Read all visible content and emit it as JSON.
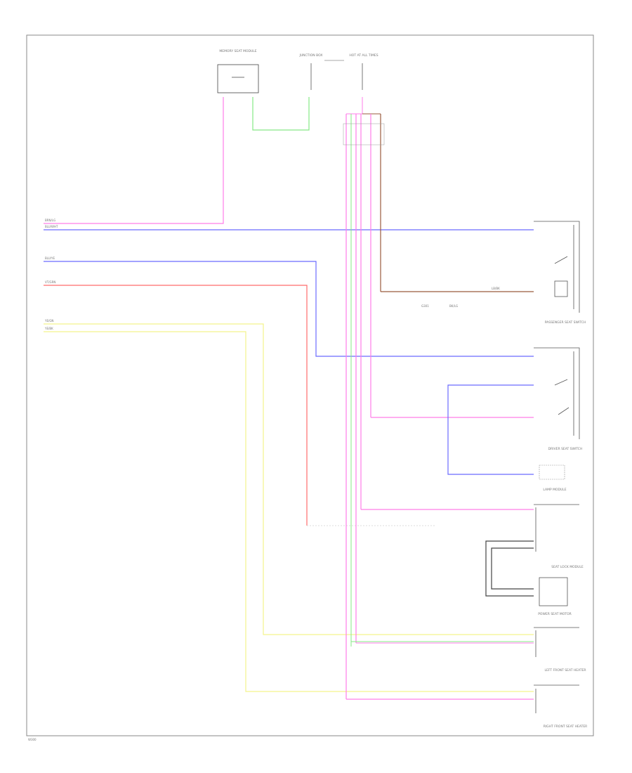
{
  "footer_code": "W300",
  "colors": {
    "pink": "#ff7de8",
    "blue": "#6b6bff",
    "red": "#ff6b6b",
    "yellow": "#f3f38c",
    "green": "#86e886",
    "brown": "#9a5b3c",
    "frame": "#888888",
    "background": "#ffffff"
  },
  "components": {
    "top_left": "MEMORY SEAT MODULE",
    "top_middle": "JUNCTION BOX",
    "top_right": "HOT AT ALL TIMES",
    "passenger_seat_switch": "PASSENGER SEAT SWITCH",
    "driver_seat_switch": "DRIVER SEAT SWITCH",
    "lamp_module": "LAMP MODULE",
    "seat_lock_module": "SEAT LOCK MODULE",
    "power_seat_motor": "POWER SEAT MOTOR",
    "left_front_heater": "LEFT FRONT SEAT HEATER",
    "right_front_heater": "RIGHT FRONT SEAT HEATER"
  },
  "wire_labels": {
    "pink": "BRN/LG",
    "blue": "BLU/WHT",
    "blue2": "BLU/YE",
    "red": "VT/GRN",
    "yellow1": "YE/GN",
    "yellow2": "YE/BK",
    "brown": "LB/BK",
    "black": "BK/LG",
    "ground": "G301"
  }
}
